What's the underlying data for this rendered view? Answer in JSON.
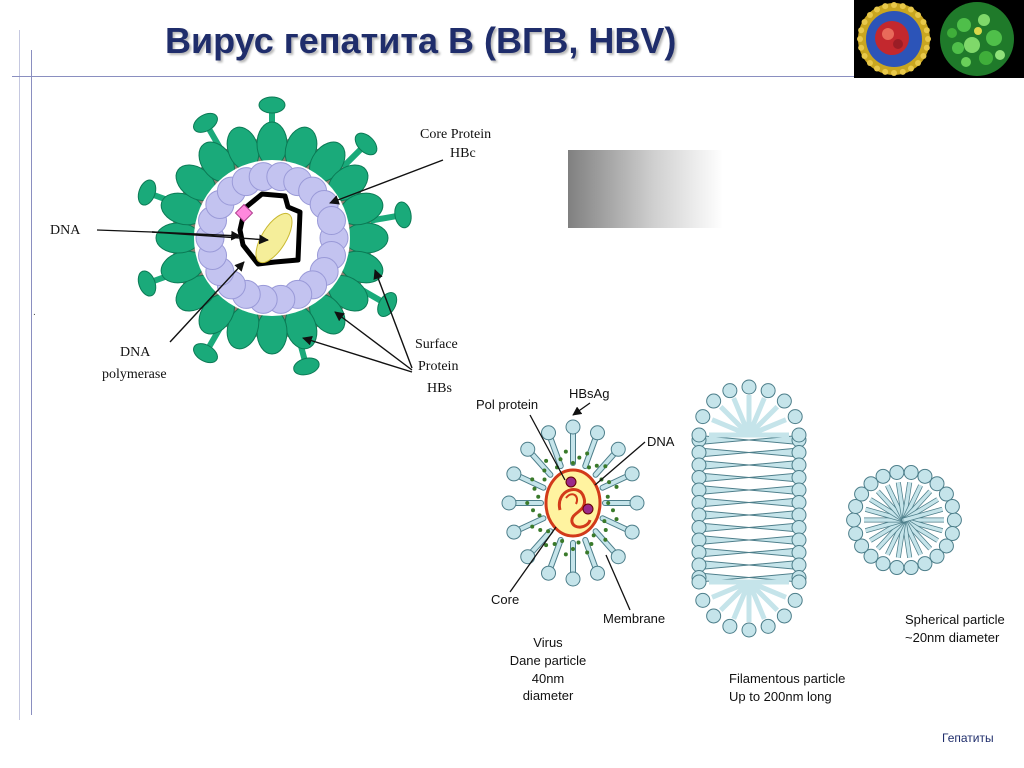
{
  "slide": {
    "title": "Вирус гепатита В (ВГВ, HBV)",
    "footer": "Гепатиты",
    "stray_mark": "."
  },
  "diagram_top": {
    "labels": {
      "core_line1": "Core Protein",
      "core_line2": "HBc",
      "dna": "DNA",
      "polymerase_line1": "DNA",
      "polymerase_line2": "polymerase",
      "surface_line1": "Surface",
      "surface_line2": "Protein",
      "surface_line3": "HBs"
    },
    "colors": {
      "surface": "#1aaa7a",
      "envelope": "#8c8070",
      "core": "#c3c3f0",
      "polymerase": "#ff88dd",
      "dna_fill": "#f5ee9a"
    }
  },
  "diagram_bottom": {
    "labels": {
      "pol_protein": "Pol protein",
      "hbsag": "HBsAg",
      "dna": "DNA",
      "core": "Core",
      "membrane": "Membrane",
      "virus_line1": "Virus",
      "virus_line2": "Dane particle",
      "virus_line3": "40nm",
      "virus_line4": "diameter",
      "filament_line1": "Filamentous particle",
      "filament_line2": "Up to 200nm long",
      "sphere_line1": "Spherical particle",
      "sphere_line2": "~20nm diameter"
    },
    "colors": {
      "spike": "#c5e4ea",
      "outline": "#4d7e8a",
      "core_ring": "#d23a1a",
      "dots": "#3a7a2a"
    }
  }
}
